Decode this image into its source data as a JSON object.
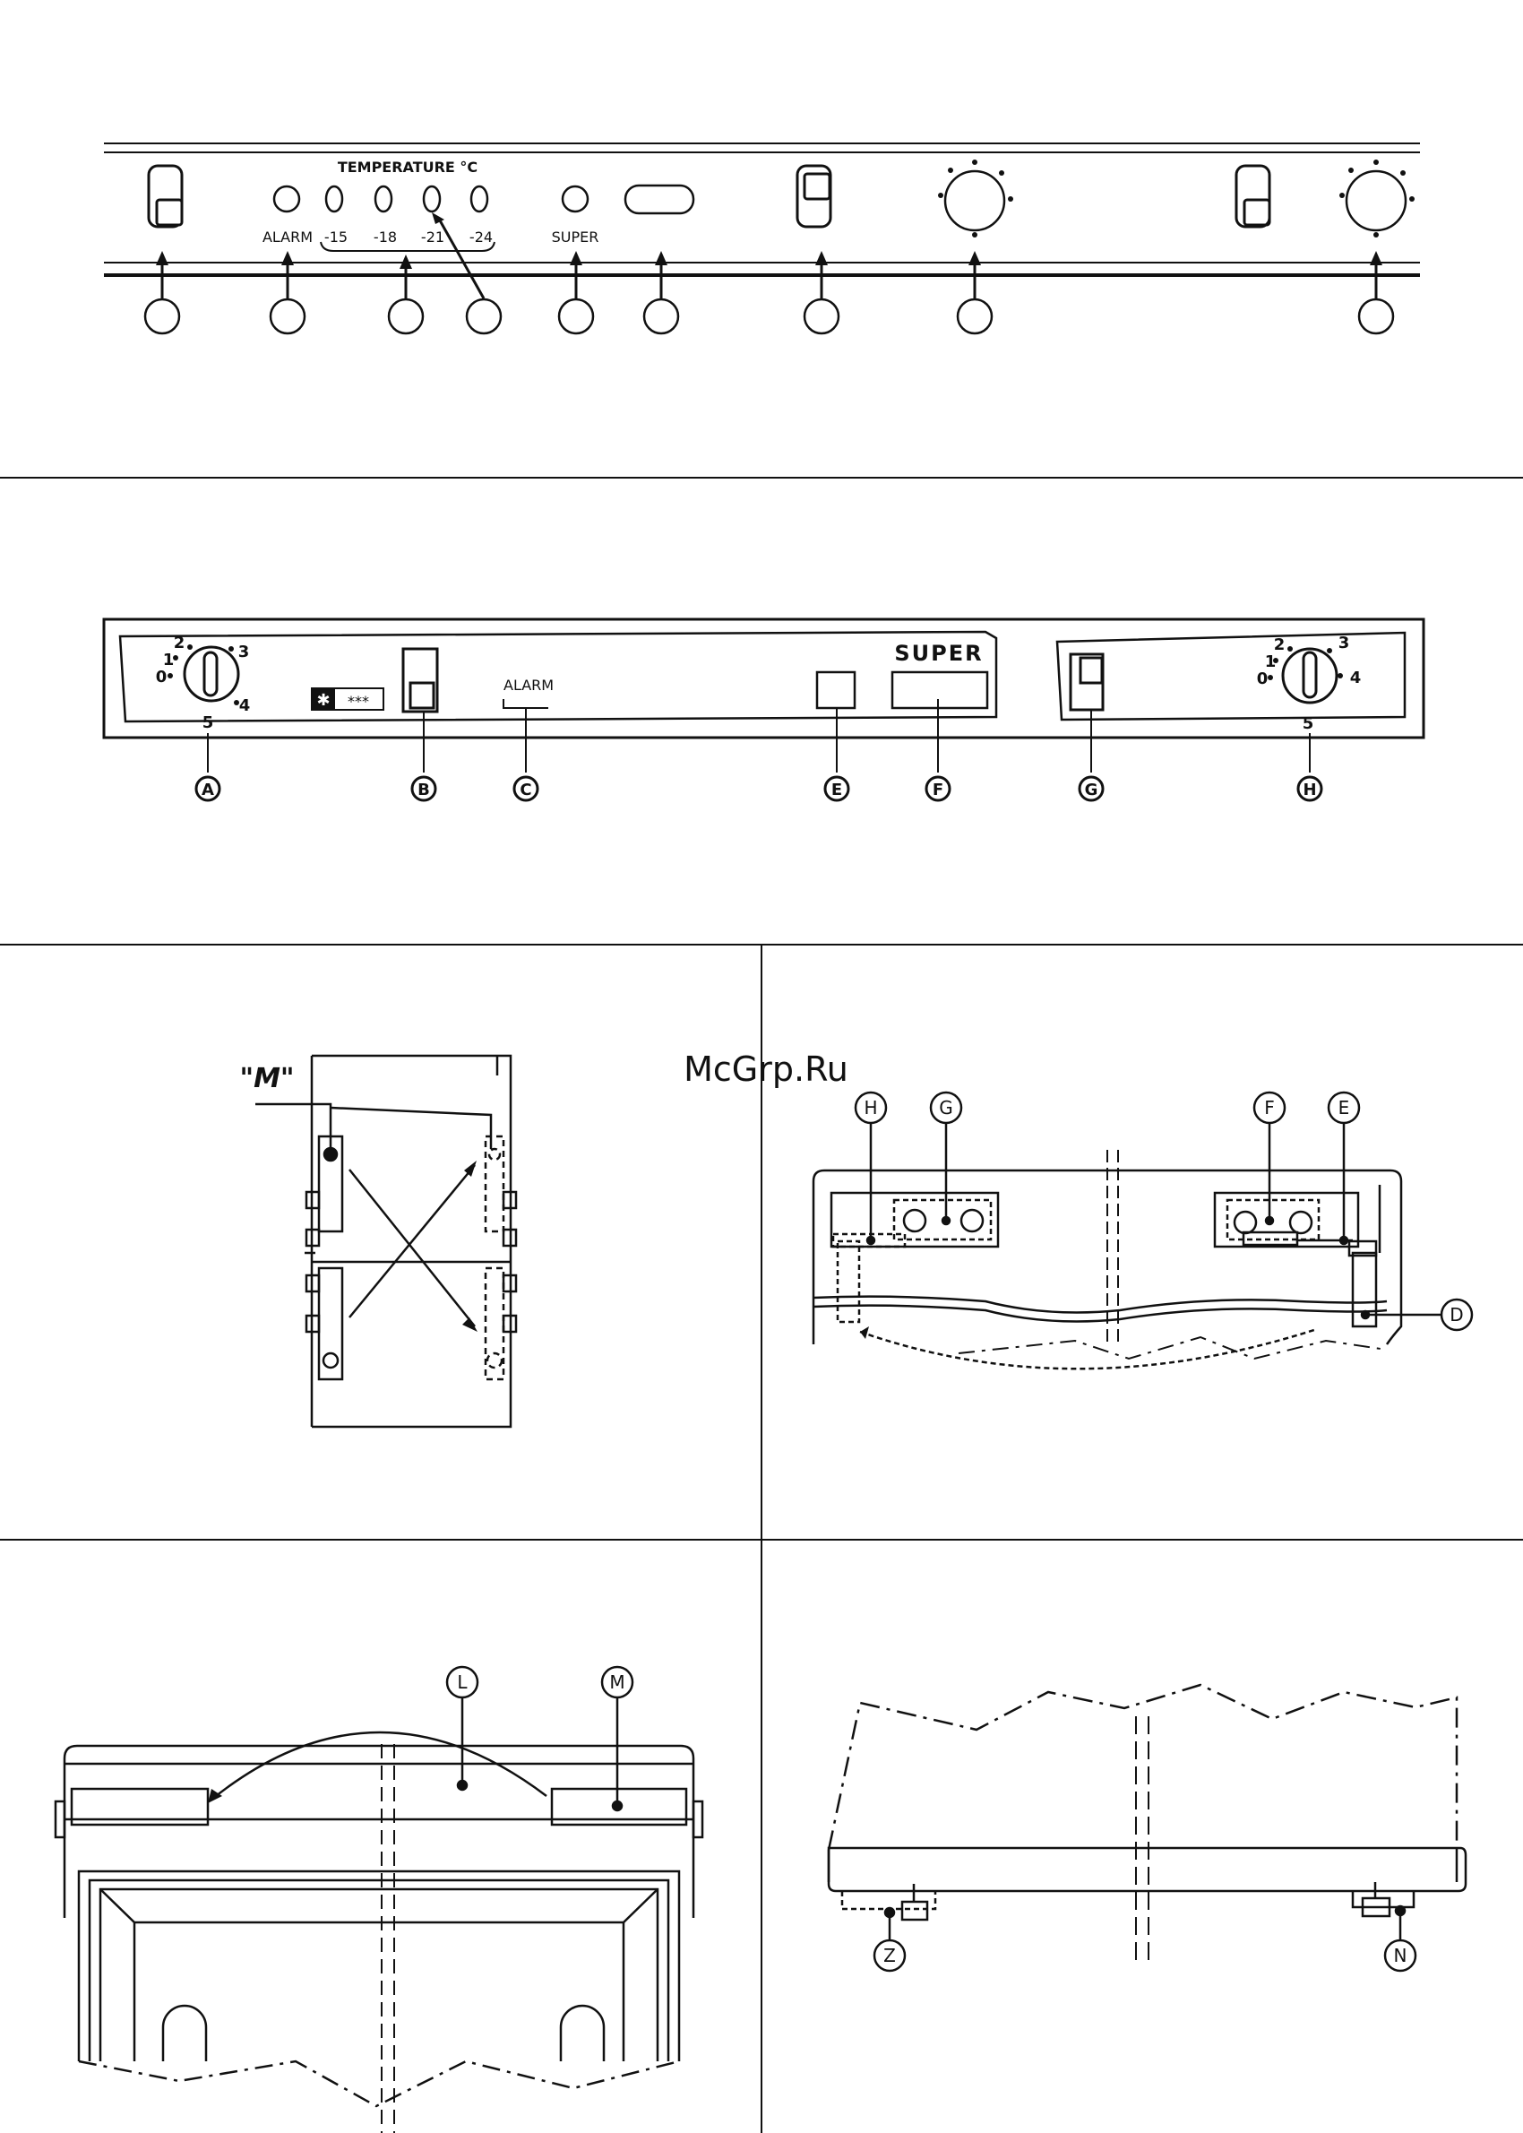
{
  "watermark": {
    "text": "McGrp.Ru",
    "color": "#c8202a"
  },
  "panel1": {
    "temperature_heading": "TEMPERATURE °C",
    "alarm_label": "ALARM",
    "super_label": "SUPER",
    "temp_values": [
      "-15",
      "-18",
      "-21",
      "-24"
    ]
  },
  "panel2": {
    "super_label": "SUPER",
    "alarm_label": "ALARM",
    "star_symbol": "✱",
    "star_marks": "***",
    "dial_left": [
      "0",
      "1",
      "2",
      "3",
      "4",
      "5"
    ],
    "dial_right": [
      "0",
      "1",
      "2",
      "3",
      "4",
      "5"
    ],
    "callouts": [
      "A",
      "B",
      "C",
      "E",
      "F",
      "G",
      "H"
    ]
  },
  "diagram_hinge": {
    "label": "\"M\""
  },
  "diagram_door_top": {
    "callouts": [
      "H",
      "G",
      "F",
      "E",
      "D"
    ]
  },
  "diagram_lid": {
    "callouts": [
      "L",
      "M"
    ]
  },
  "diagram_feet": {
    "callouts": [
      "Z",
      "N"
    ]
  }
}
